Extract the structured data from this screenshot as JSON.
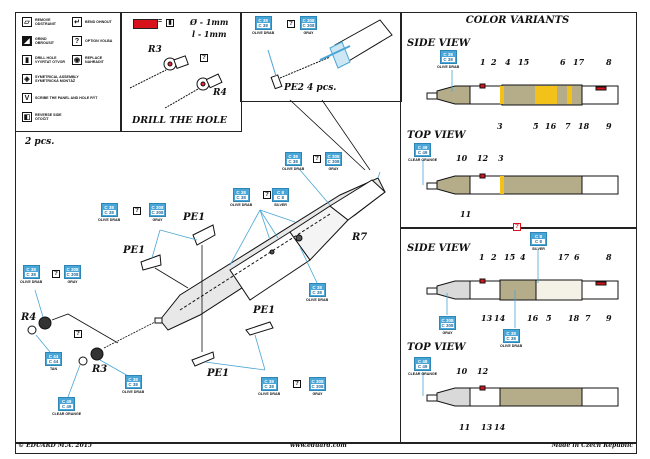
{
  "legend": [
    {
      "icon": "remove-icon",
      "glyph": "▱",
      "label": "REMOVE ODSTRANIT"
    },
    {
      "icon": "bend-icon",
      "glyph": "↵",
      "label": "BEND OHNOUT"
    },
    {
      "icon": "grind-icon",
      "glyph": "◢",
      "label": "GRIND OBROUSIT"
    },
    {
      "icon": "option-icon",
      "glyph": "?",
      "label": "OPTION VOLBA"
    },
    {
      "icon": "drill-hole-icon",
      "glyph": "▮",
      "label": "DRILL HOLE VYVRTAT OTVOR"
    },
    {
      "icon": "replace-icon",
      "glyph": "◉",
      "label": "REPLACE NAHRADIT"
    },
    {
      "icon": "symmetrical-assembly-icon",
      "glyph": "◈",
      "label": "SYMETRICAL ASSEMBLY SYMETRICKÁ MONTÁŽ"
    },
    {
      "icon": "scribe-icon",
      "glyph": "V",
      "label": "SCRIBE THE PANEL AND HOLE RÝT"
    },
    {
      "icon": "reverse-side-icon",
      "glyph": "◧",
      "label": "REVERSE SIDE OTOČIT"
    }
  ],
  "drill": {
    "dia": "Ø - 1mm",
    "len": "l - 1mm",
    "title": "DRILL THE HOLE",
    "r3": "R3",
    "r4": "R4",
    "option": "?",
    "red_color": "#d8121b"
  },
  "pe2_label": "PE2  4 pcs.",
  "qty": "2 pcs.",
  "parts": {
    "pe1": "PE1",
    "r7": "R7",
    "r4": "R4",
    "r3": "R3"
  },
  "option": "?",
  "tags": [
    {
      "code": "C 38",
      "name": "OLIVE DRAB"
    },
    {
      "code": "C 308",
      "name": "GRAY"
    },
    {
      "code": "C 8",
      "name": "SILVER"
    },
    {
      "code": "C 44",
      "name": "TAN"
    },
    {
      "code": "C 49",
      "name": "CLEAR ORANGE"
    }
  ],
  "variants": {
    "title": "COLOR VARIANTS",
    "side": "SIDE VIEW",
    "top": "TOP VIEW",
    "v1_side_nums": [
      "1",
      "2",
      "4",
      "15",
      "6",
      "17",
      "8",
      "3",
      "5",
      "16",
      "7",
      "18",
      "9"
    ],
    "v1_top_nums": [
      "10",
      "12",
      "3",
      "11"
    ],
    "v2_side_nums": [
      "1",
      "2",
      "15",
      "4",
      "17",
      "6",
      "8",
      "13",
      "14",
      "16",
      "5",
      "18",
      "7",
      "9"
    ],
    "v2_top_nums": [
      "10",
      "12",
      "11",
      "13",
      "14"
    ],
    "option": "?"
  },
  "colors": {
    "olive": "#b5ad8a",
    "yellow": "#f2c21b",
    "red": "#d8121b",
    "blue": "#4aa6d6",
    "gray": "#d9d9d9"
  },
  "footer": {
    "left": "© EDUARD  M.A. 2015",
    "center": "www.eduard.com",
    "right": "Made in Czech Republic"
  }
}
